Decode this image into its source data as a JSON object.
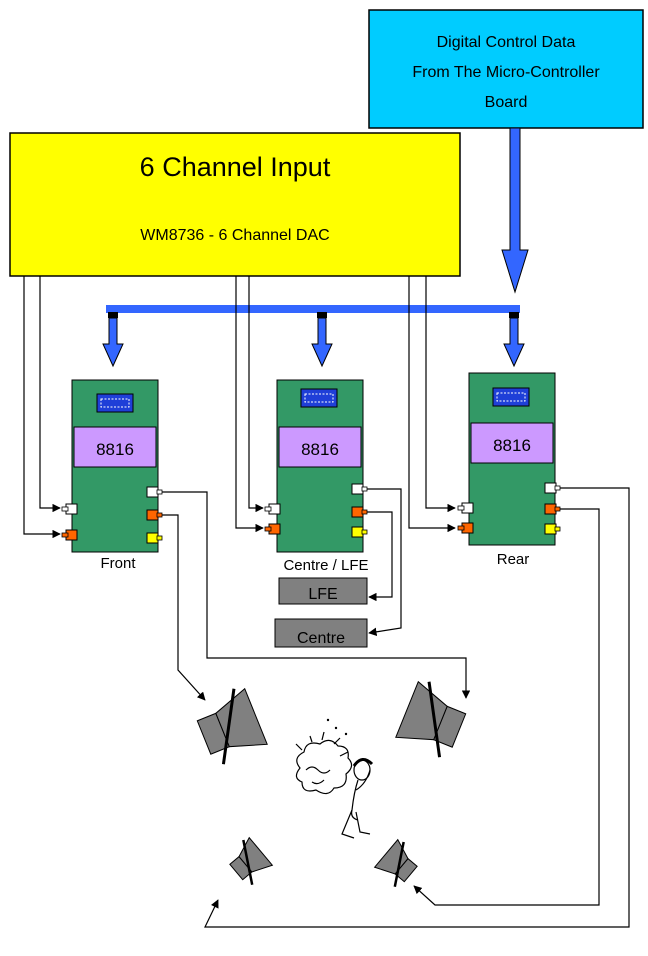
{
  "control_box": {
    "line1": "Digital Control Data",
    "line2": "From The Micro-Controller",
    "line3": "Board"
  },
  "input_box": {
    "title": "6 Channel Input",
    "subtitle": "WM8736 - 6 Channel DAC"
  },
  "boards": [
    {
      "chip_label": "8816",
      "name": "Front"
    },
    {
      "chip_label": "8816",
      "name": "Centre / LFE"
    },
    {
      "chip_label": "8816",
      "name": "Rear"
    }
  ],
  "outputs": {
    "lfe": "LFE",
    "centre": "Centre"
  },
  "colors": {
    "input_fill": "#ffff00",
    "control_fill": "#00ccff",
    "bus": "#3366ff",
    "board": "#339966",
    "chip": "#cc99ff",
    "speaker": "#808080",
    "connector_white": "#ffffff",
    "connector_orange": "#ff6600",
    "connector_yellow": "#ffff00"
  },
  "icons": {
    "speaker": "speaker-icon",
    "listener": "listener-figure-icon",
    "connector": "ribbon-connector-icon"
  }
}
